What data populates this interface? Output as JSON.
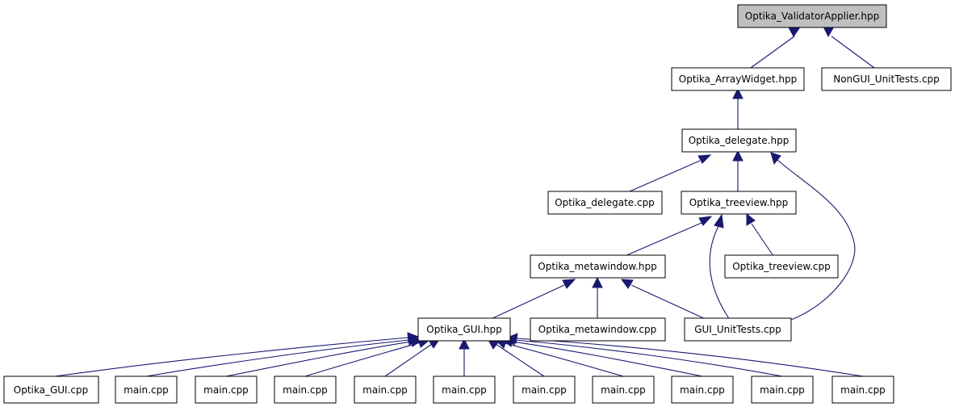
{
  "colors": {
    "edge": "#191970",
    "root_fill": "#bfbfbf",
    "node_fill": "#ffffff",
    "border": "#000000"
  },
  "nodes": {
    "validator_applier_hpp": "Optika_ValidatorApplier.hpp",
    "array_widget_hpp": "Optika_ArrayWidget.hpp",
    "nongui_unittests_cpp": "NonGUI_UnitTests.cpp",
    "delegate_hpp": "Optika_delegate.hpp",
    "delegate_cpp": "Optika_delegate.cpp",
    "treeview_hpp": "Optika_treeview.hpp",
    "metawindow_hpp": "Optika_metawindow.hpp",
    "treeview_cpp": "Optika_treeview.cpp",
    "gui_hpp": "Optika_GUI.hpp",
    "metawindow_cpp": "Optika_metawindow.cpp",
    "gui_unittests_cpp": "GUI_UnitTests.cpp",
    "gui_cpp": "Optika_GUI.cpp",
    "main_cpp_1": "main.cpp",
    "main_cpp_2": "main.cpp",
    "main_cpp_3": "main.cpp",
    "main_cpp_4": "main.cpp",
    "main_cpp_5": "main.cpp",
    "main_cpp_6": "main.cpp",
    "main_cpp_7": "main.cpp",
    "main_cpp_8": "main.cpp",
    "main_cpp_9": "main.cpp",
    "main_cpp_10": "main.cpp"
  }
}
